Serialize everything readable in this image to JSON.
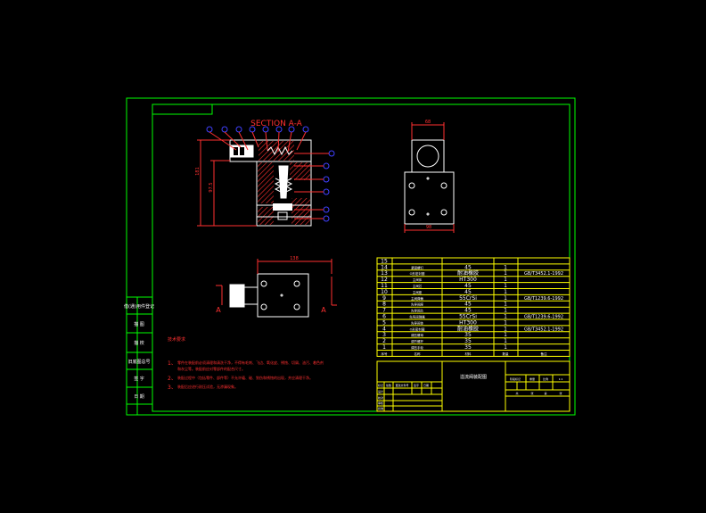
{
  "section_title": "SECTION A-A",
  "section_marks": [
    "A",
    "A"
  ],
  "dimensions": {
    "main_height": "181",
    "main_inner_height": "97.5",
    "top_view_width": "68",
    "side_view_width": "98",
    "bottom_view_width": "138"
  },
  "tech_requirements": {
    "title": "技术要求",
    "items": [
      {
        "num": "1、",
        "text": "零件在装配前必须清理和清洗干净，不得有毛刺、飞边、氧化皮、锈蚀、切屑、油污、着色剂"
      },
      {
        "num": "",
        "text": "和灰尘等。装配前应对零部件的配合尺寸。"
      },
      {
        "num": "2、",
        "text": "装配过程中（包括零件、部件等）不允许磕、碰、划伤和锈蚀的出现，并应清理干净。"
      },
      {
        "num": "3、",
        "text": "装配后应进行耐压试验，无渗漏现象。"
      }
    ]
  },
  "left_strip": [
    "借(通)用件登记",
    "描 图",
    "描 校",
    "旧底图总号",
    "签 字",
    "日 期"
  ],
  "parts_list": {
    "rows": [
      {
        "no": "15",
        "name": "",
        "qty": "",
        "material": "",
        "std": ""
      },
      {
        "no": "14",
        "name": "紧固螺钉",
        "qty": "45",
        "material": "1",
        "std": ""
      },
      {
        "no": "13",
        "name": "O形密封圈",
        "qty": "耐油橡胶",
        "material": "1",
        "std": "GB/T3452.1-1992"
      },
      {
        "no": "12",
        "name": "主阀体",
        "qty": "HT300",
        "material": "1",
        "std": ""
      },
      {
        "no": "11",
        "name": "主阀芯",
        "qty": "45",
        "material": "1",
        "std": ""
      },
      {
        "no": "10",
        "name": "主阀座",
        "qty": "45",
        "material": "1",
        "std": ""
      },
      {
        "no": "9",
        "name": "主阀弹簧",
        "qty": "55CrSi",
        "material": "1",
        "std": "GB/T1239.6-1992"
      },
      {
        "no": "8",
        "name": "先导阀座",
        "qty": "45",
        "material": "1",
        "std": ""
      },
      {
        "no": "7",
        "name": "先导阀芯",
        "qty": "45",
        "material": "1",
        "std": ""
      },
      {
        "no": "6",
        "name": "先导阀弹簧",
        "qty": "55CrSi",
        "material": "1",
        "std": "GB/T1239.6-1992"
      },
      {
        "no": "5",
        "name": "先导阀体",
        "qty": "HT300",
        "material": "1",
        "std": ""
      },
      {
        "no": "4",
        "name": "O形密封圈",
        "qty": "耐油橡胶",
        "material": "1",
        "std": "GB/T3452.1-1992"
      },
      {
        "no": "3",
        "name": "调压螺母",
        "qty": "35",
        "material": "1",
        "std": ""
      },
      {
        "no": "2",
        "name": "调节螺杆",
        "qty": "35",
        "material": "1",
        "std": ""
      },
      {
        "no": "1",
        "name": "调压手轮",
        "qty": "35",
        "material": "1",
        "std": ""
      }
    ],
    "header": {
      "no": "序号",
      "name": "名称",
      "material": "材料",
      "qty": "数量",
      "note": "备注"
    }
  },
  "title_block": {
    "drawing_name": "溢流阀装配图",
    "labels": [
      "标记",
      "处数",
      "更改文件号",
      "签字",
      "日期",
      "设计",
      "校对",
      "审核",
      "批准"
    ],
    "right_labels": [
      "阶段标记",
      "重量",
      "比例",
      "共",
      "张",
      "第",
      "张"
    ],
    "scale": "1:1"
  },
  "colors": {
    "frame": "#00ff00",
    "outline": "#ffffff",
    "table": "#ffff00",
    "dimension": "#ff3030",
    "balloon": "#4040ff"
  }
}
